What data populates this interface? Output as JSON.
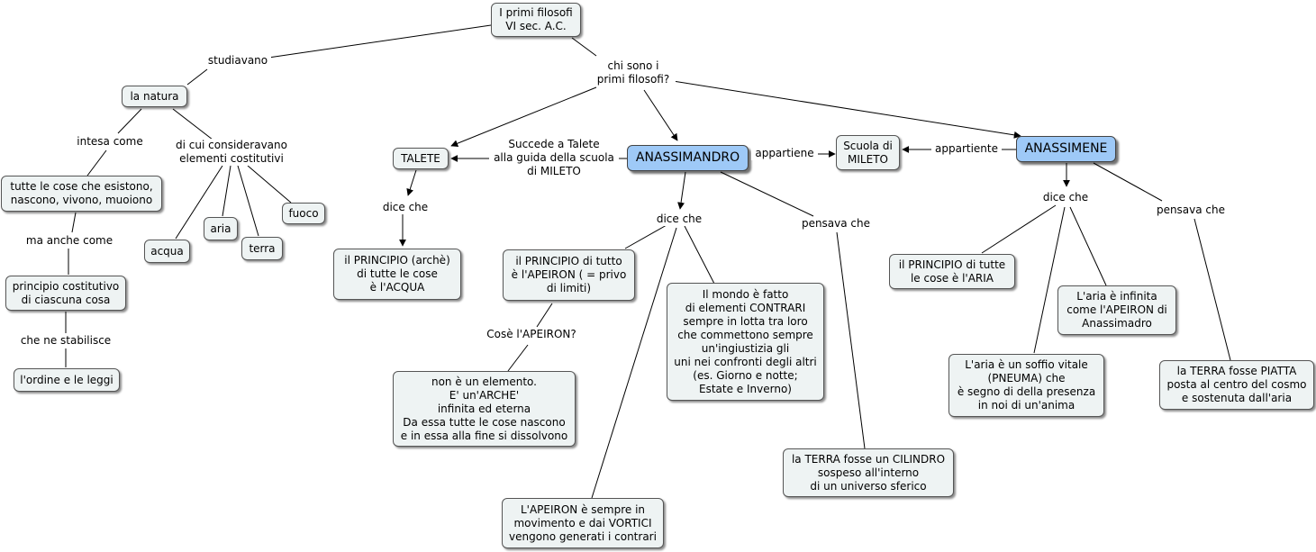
{
  "nodes": {
    "root": "I primi filosofi\nVI sec. A.C.",
    "natura": "la natura",
    "tutte_cose": "tutte le cose che esistono,\nnascono, vivono, muoiono",
    "principio_cost": "principio costitutivo\ndi ciascuna cosa",
    "ordine": "l'ordine e le leggi",
    "acqua": "acqua",
    "aria": "aria",
    "terra": "terra",
    "fuoco": "fuoco",
    "talete": "TALETE",
    "talete_principio": "il PRINCIPIO (archè)\ndi tutte le cose\nè l'ACQUA",
    "anassimandro": "ANASSIMANDRO",
    "anassimandro_principio": "il PRINCIPIO di tutto\nè l'APEIRON ( = privo\ndi limiti)",
    "apeiron_def": "non è un elemento.\nE' un'ARCHE'\ninfinita ed eterna\nDa essa tutte le cose nascono\ne in essa alla fine si dissolvono",
    "contrari": "Il mondo è fatto\ndi elementi CONTRARI\nsempre in lotta tra loro\nche commettono sempre\nun'ingiustizia gli\nuni nei confronti degli altri\n(es. Giorno e notte;\nEstate e Inverno)",
    "vortici": "L'APEIRON è sempre in\nmovimento e dai VORTICI\nvengono generati i contrari",
    "cilindro": "la TERRA fosse un CILINDRO\nsospeso all'interno\ndi un universo sferico",
    "scuola": "Scuola di\nMILETO",
    "anassimene": "ANASSIMENE",
    "aria_principio": "il PRINCIPIO di tutte\nle cose è l'ARIA",
    "aria_infinita": "L'aria è infinita\ncome l'APEIRON di\nAnassimadro",
    "pneuma": "L'aria è un soffio vitale\n(PNEUMA) che\nè segno di della presenza\nin noi di un'anima",
    "piatta": "la TERRA fosse PIATTA\nposta al centro del cosmo\ne sostenuta dall'aria"
  },
  "links": {
    "studiavano": "studiavano",
    "chi_sono": "chi sono i\nprimi filosofi?",
    "intesa_come": "intesa come",
    "elementi": "di cui consideravano\nelementi costitutivi",
    "ma_anche": "ma anche come",
    "stabilisce": "che ne stabilisce",
    "succede": "Succede a Talete\nalla guida della scuola\ndi MILETO",
    "dice_che_t": "dice che",
    "dice_che_a": "dice che",
    "cose_apeiron": "Cosè l'APEIRON?",
    "pensava_a": "pensava che",
    "appartiene": "appartiene",
    "appartiente": "appartiente",
    "dice_che_m": "dice che",
    "pensava_m": "pensava che"
  }
}
